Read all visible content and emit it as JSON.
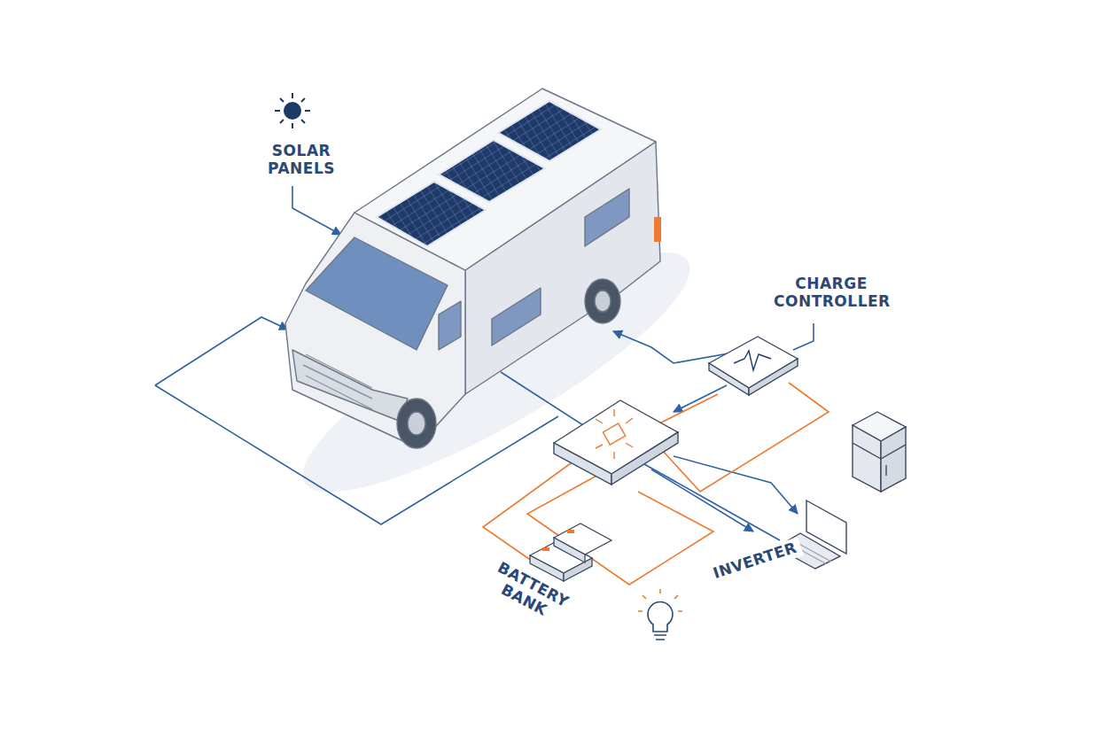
{
  "diagram": {
    "labels": [
      "SOLAR PANELS",
      "CHARGE CONTROLLER",
      "BATTERY BANK",
      "INVERTER"
    ]
  }
}
